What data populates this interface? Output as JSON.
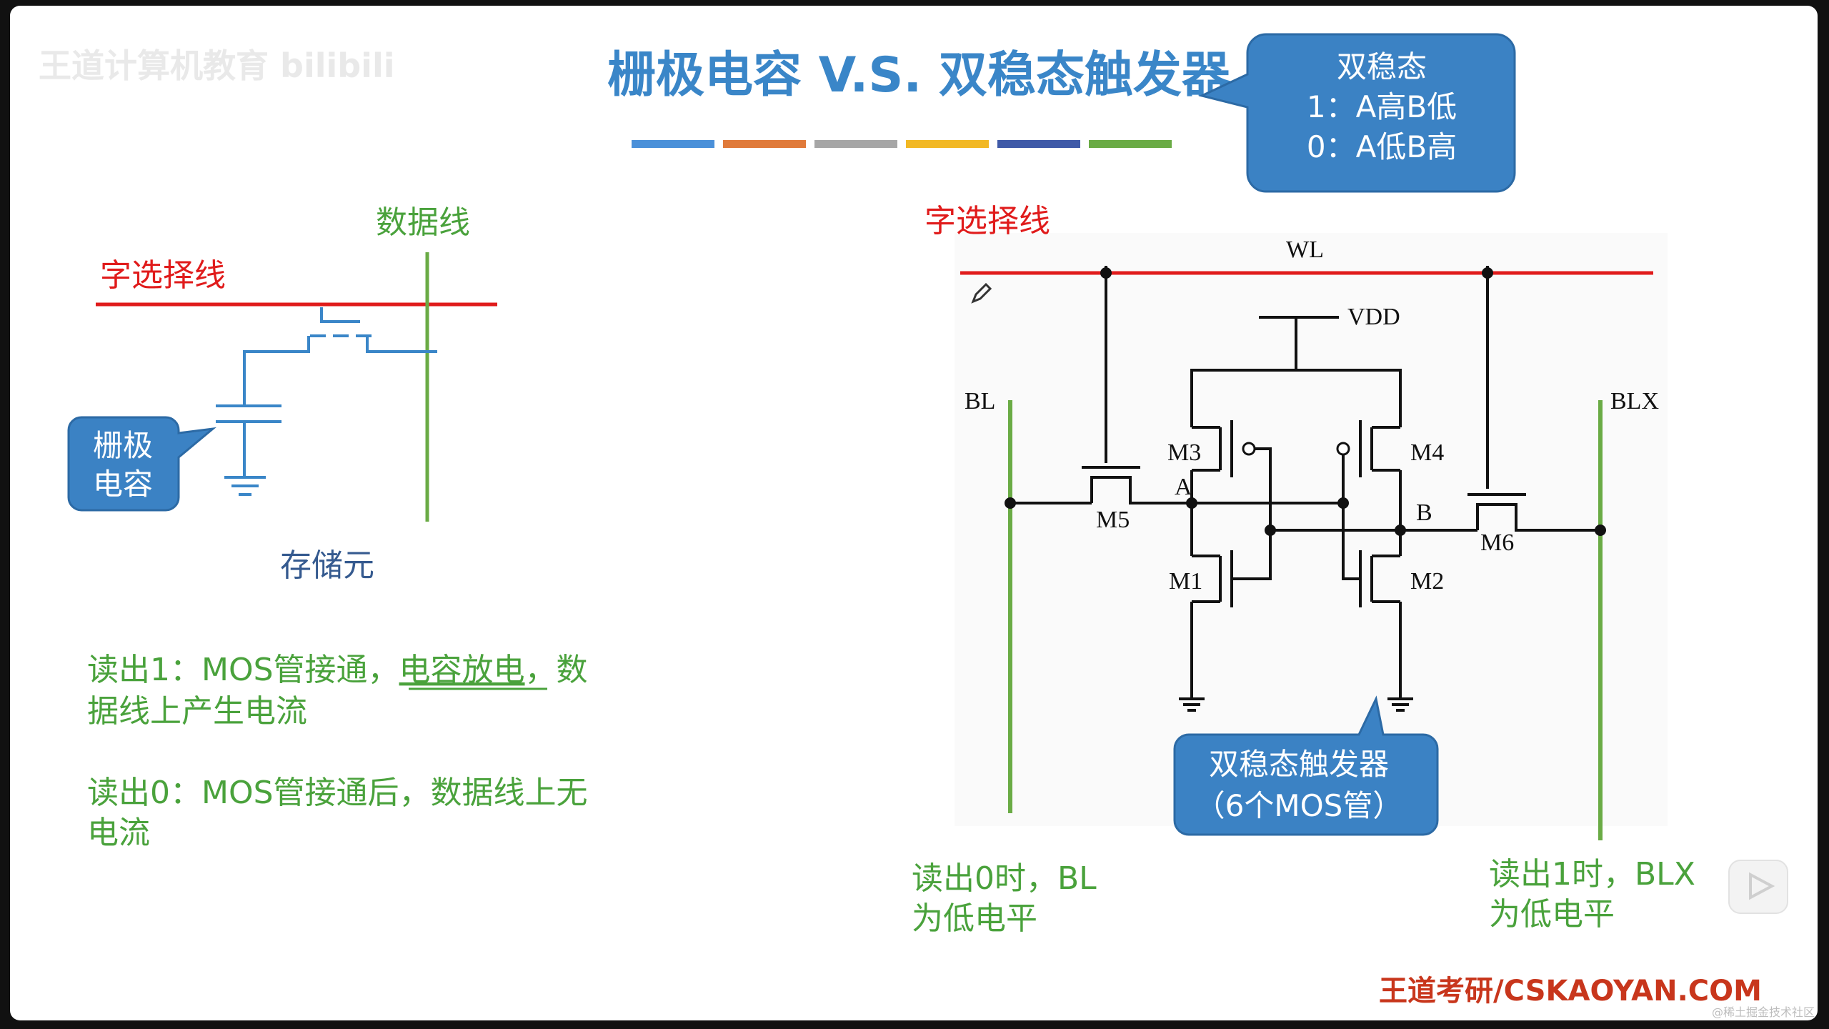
{
  "watermark": "王道计算机教育 bilibili",
  "title": "栅极电容 V.S. 双稳态触发器",
  "title_bar_colors": [
    "#4a90d9",
    "#e07a3a",
    "#a6a6a6",
    "#f2b824",
    "#3f5aa8",
    "#6aab45"
  ],
  "callout_top": {
    "line1": "双稳态",
    "line2": "1：A高B低",
    "line3": "0：A低B高"
  },
  "left": {
    "data_line_label": "数据线",
    "word_line_label": "字选择线",
    "gate_cap_callout": {
      "line1": "栅极",
      "line2": "电容"
    },
    "cell_label": "存储元",
    "read1_line1": "读出1：MOS管接通，",
    "read1_underlined": "电容放电",
    "read1_line1_end": "，数",
    "read1_line2": "据线上产生电流",
    "read0_line1": "读出0：MOS管接通后，数据线上无",
    "read0_line2": "电流"
  },
  "right": {
    "word_line_label": "字选择线",
    "labels": {
      "wl": "WL",
      "vdd": "VDD",
      "bl": "BL",
      "blx": "BLX",
      "m1": "M1",
      "m2": "M2",
      "m3": "M3",
      "m4": "M4",
      "m5": "M5",
      "m6": "M6",
      "a": "A",
      "b": "B"
    },
    "flipflop_callout": {
      "line1": "双稳态触发器",
      "line2": "（6个MOS管）"
    },
    "read0_line1": "读出0时，BL",
    "read0_line2": "为低电平",
    "read1_line1": "读出1时，BLX",
    "read1_line2": "为低电平"
  },
  "footer": "王道考研/CSKAOYAN.COM",
  "corner_text": "@稀土掘金技术社区",
  "colors": {
    "title": "#3a86c8",
    "green": "#4aa23c",
    "red": "#e01b1b",
    "callout": "#3b82c4"
  }
}
